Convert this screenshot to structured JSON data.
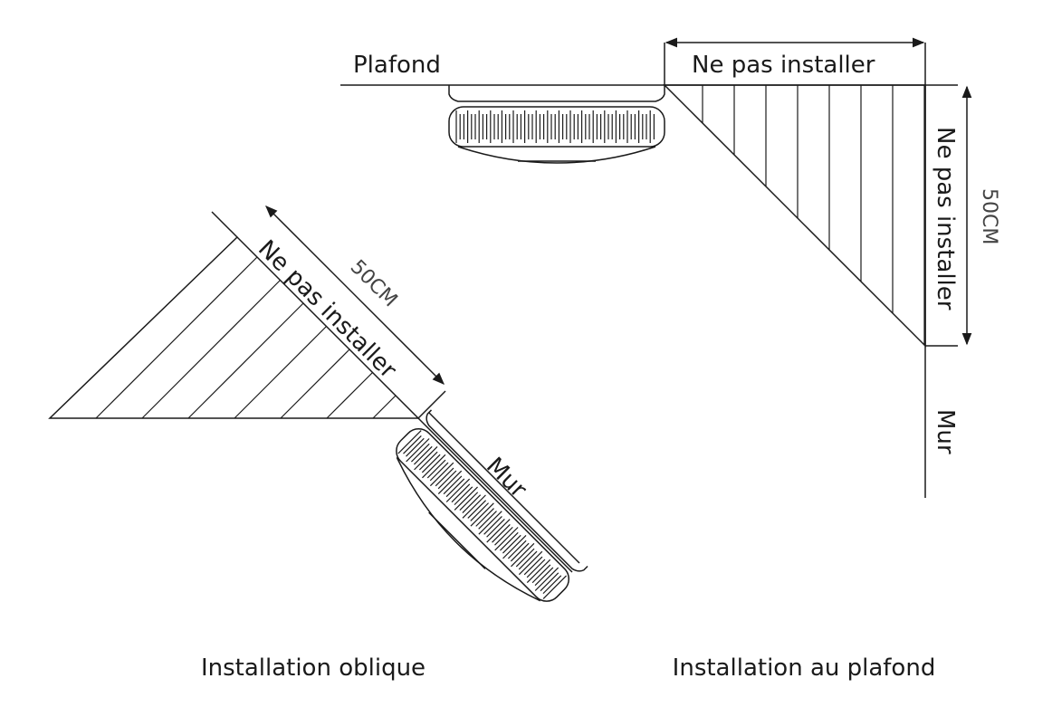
{
  "ceiling_scene": {
    "ceiling_label": "Plafond",
    "wall_label": "Mur",
    "zone_label_horizontal": "Ne pas installer",
    "zone_label_vertical": "Ne pas installer",
    "distance_label": "50CM",
    "caption": "Installation au plafond"
  },
  "oblique_scene": {
    "zone_label": "Ne pas installer",
    "distance_label": "50CM",
    "wall_label": "Mur",
    "caption": "Installation oblique"
  },
  "colors": {
    "line": "#1a1a1a",
    "dim_text": "#444444",
    "background": "#ffffff"
  }
}
